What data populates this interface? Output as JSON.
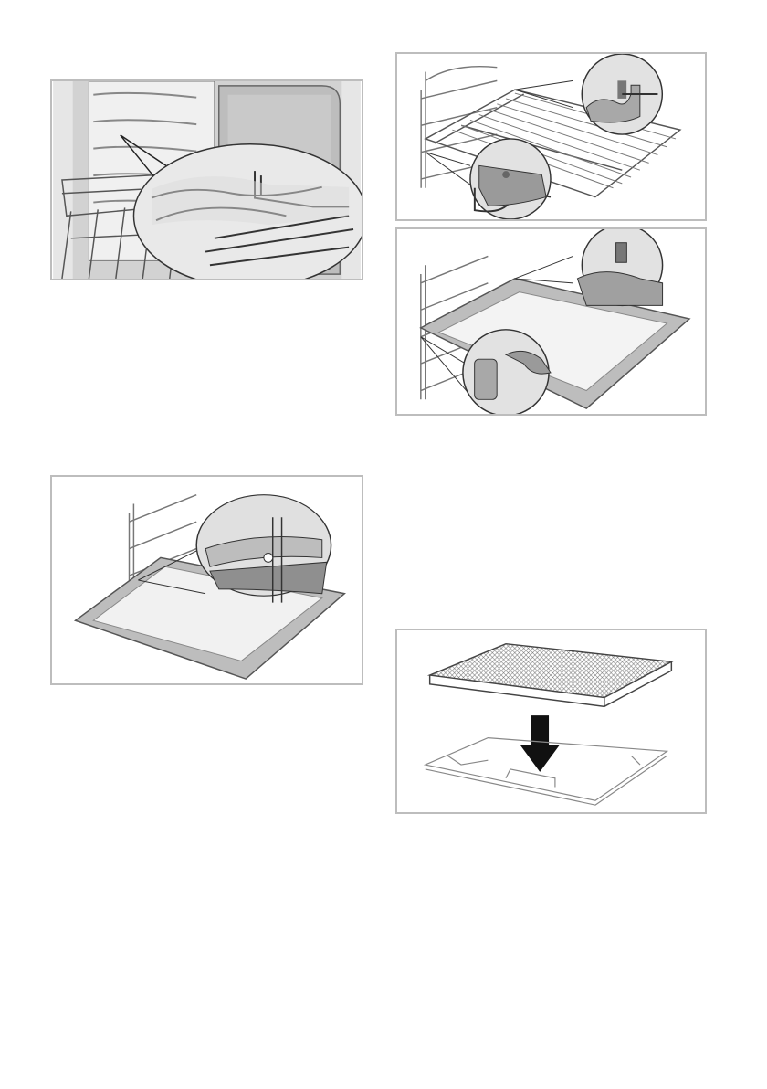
{
  "page": {
    "background": "#ffffff",
    "panel_border_color": "#bdbdbd"
  },
  "illustrations": [
    {
      "id": "oven-interior-rack-detail",
      "icon": "oven-rack-closeup-icon"
    },
    {
      "id": "wire-rack-insertion",
      "icon": "wire-rack-icon"
    },
    {
      "id": "baking-tray-insertion",
      "icon": "baking-tray-icon"
    },
    {
      "id": "tray-on-side-rails",
      "icon": "tray-rail-icon"
    },
    {
      "id": "mesh-basket-onto-frame",
      "icon": "mesh-basket-icon"
    }
  ],
  "colors": {
    "line": "#555555",
    "fill_light": "#eeeeee",
    "fill_mid": "#c8c8c8",
    "fill_dark": "#9a9a9a",
    "arrow": "#111111"
  }
}
